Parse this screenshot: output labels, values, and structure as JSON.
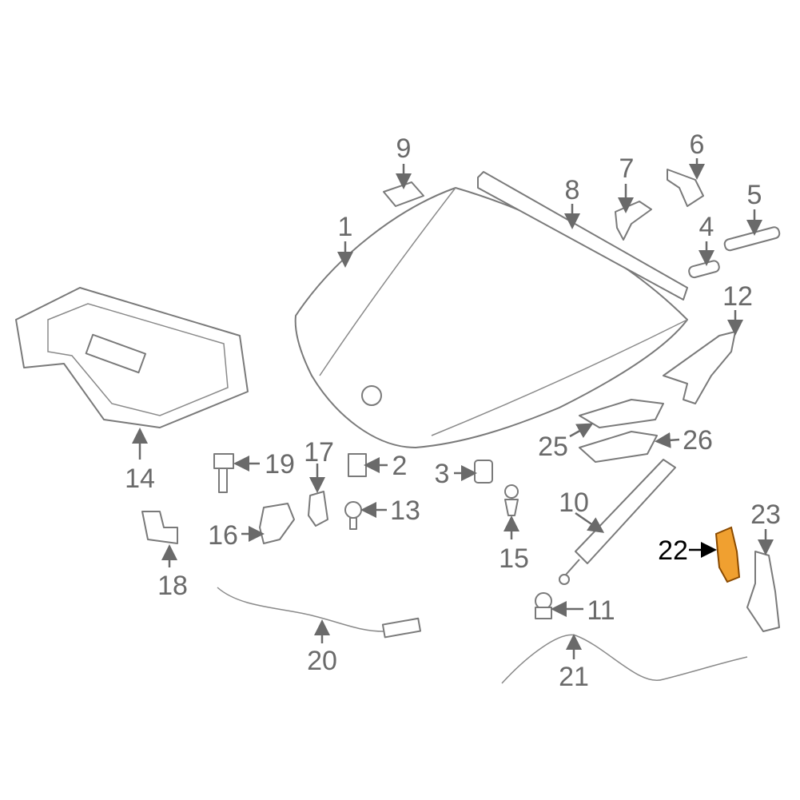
{
  "diagram": {
    "highlight_color": "#f0a030",
    "callouts": [
      {
        "id": "1",
        "label": "1"
      },
      {
        "id": "2",
        "label": "2"
      },
      {
        "id": "3",
        "label": "3"
      },
      {
        "id": "4",
        "label": "4"
      },
      {
        "id": "5",
        "label": "5"
      },
      {
        "id": "6",
        "label": "6"
      },
      {
        "id": "7",
        "label": "7"
      },
      {
        "id": "8",
        "label": "8"
      },
      {
        "id": "9",
        "label": "9"
      },
      {
        "id": "10",
        "label": "10"
      },
      {
        "id": "11",
        "label": "11"
      },
      {
        "id": "12",
        "label": "12"
      },
      {
        "id": "13",
        "label": "13"
      },
      {
        "id": "14",
        "label": "14"
      },
      {
        "id": "15",
        "label": "15"
      },
      {
        "id": "16",
        "label": "16"
      },
      {
        "id": "17",
        "label": "17"
      },
      {
        "id": "18",
        "label": "18"
      },
      {
        "id": "19",
        "label": "19"
      },
      {
        "id": "20",
        "label": "20"
      },
      {
        "id": "21",
        "label": "21"
      },
      {
        "id": "22",
        "label": "22",
        "highlighted": true
      },
      {
        "id": "23",
        "label": "23"
      },
      {
        "id": "25",
        "label": "25"
      },
      {
        "id": "26",
        "label": "26"
      }
    ]
  }
}
